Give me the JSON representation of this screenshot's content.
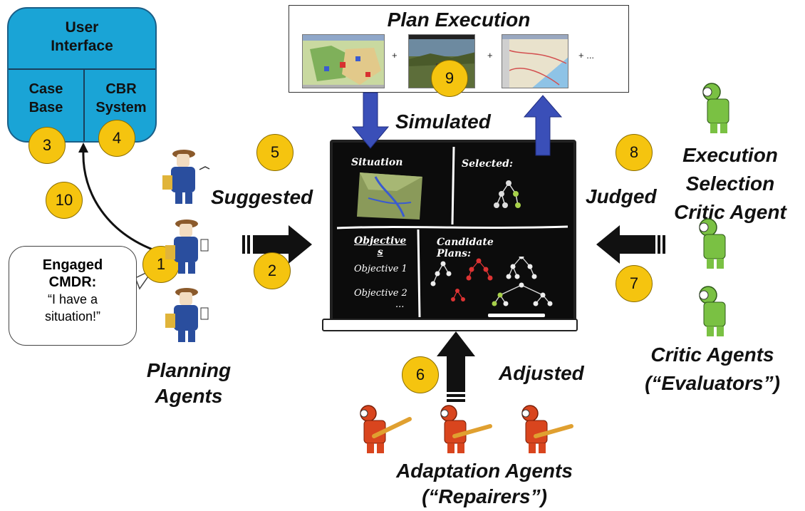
{
  "ui_box": {
    "title": "User\nInterface",
    "case_base": "Case\nBase",
    "cbr_system": "CBR\nSystem"
  },
  "bubble": {
    "speaker": "Engaged\nCMDR:",
    "quote": "“I have a\nsituation!”"
  },
  "plan_execution": {
    "title": "Plan Execution",
    "plus1": "+",
    "plus2": "+",
    "plus3": "+ ..."
  },
  "steps": {
    "s1": "1",
    "s2": "2",
    "s3": "3",
    "s4": "4",
    "s5": "5",
    "s6": "6",
    "s7": "7",
    "s8": "8",
    "s9": "9",
    "s10": "10"
  },
  "verbs": {
    "simulated": "Simulated",
    "suggested": "Suggested",
    "judged": "Judged",
    "adjusted": "Adjusted"
  },
  "board": {
    "situation": "Situation",
    "selected": "Selected:",
    "objectives_header": "Objective\ns",
    "objective1": "Objective 1",
    "objective2": "Objective 2",
    "ellipsis": "...",
    "candidate_plans": "Candidate\nPlans:"
  },
  "agents": {
    "planning": "Planning\nAgents",
    "execution_critic": "Execution\nSelection\nCritic Agent",
    "critic": "Critic Agents\n(“Evaluators”)",
    "adaptation": "Adaptation Agents\n(“Repairers”)"
  },
  "colors": {
    "ui_blue": "#1aa4d6",
    "step_yellow": "#f5c40f",
    "arrow_blue": "#3a4fb8",
    "critic_green": "#7ac143",
    "repairer_red": "#d9451e",
    "planner_blue": "#2a4e9e"
  }
}
